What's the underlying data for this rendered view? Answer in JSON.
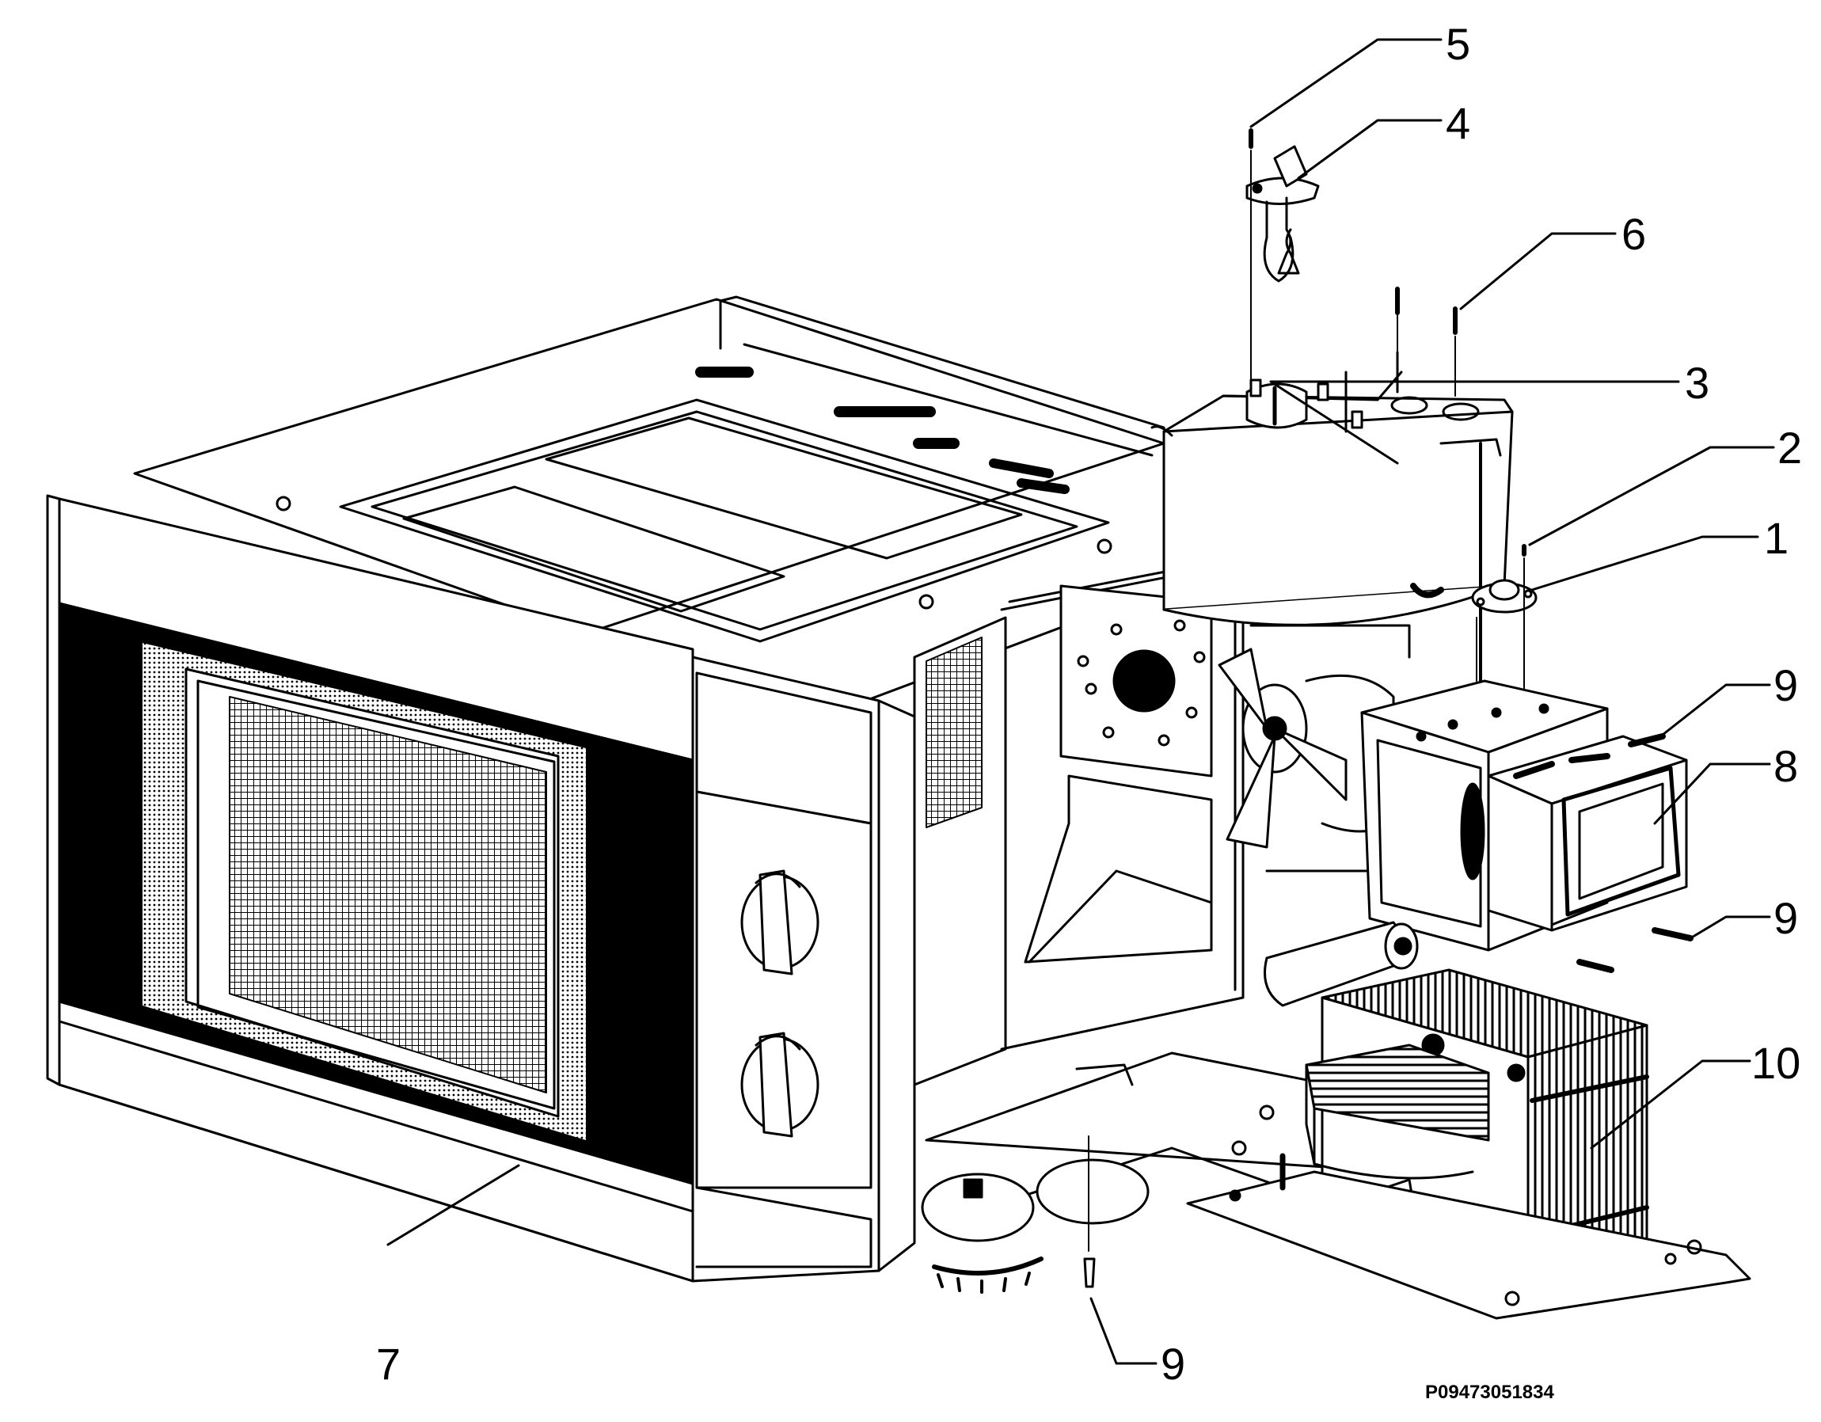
{
  "diagram": {
    "image_code": "P09473051834",
    "callouts": [
      "5",
      "4",
      "6",
      "3",
      "2",
      "1",
      "9",
      "8",
      "9",
      "10",
      "7",
      "9"
    ]
  },
  "colors": {
    "ink": "#000000",
    "paper": "#ffffff",
    "shade": "#d9d9d9"
  }
}
